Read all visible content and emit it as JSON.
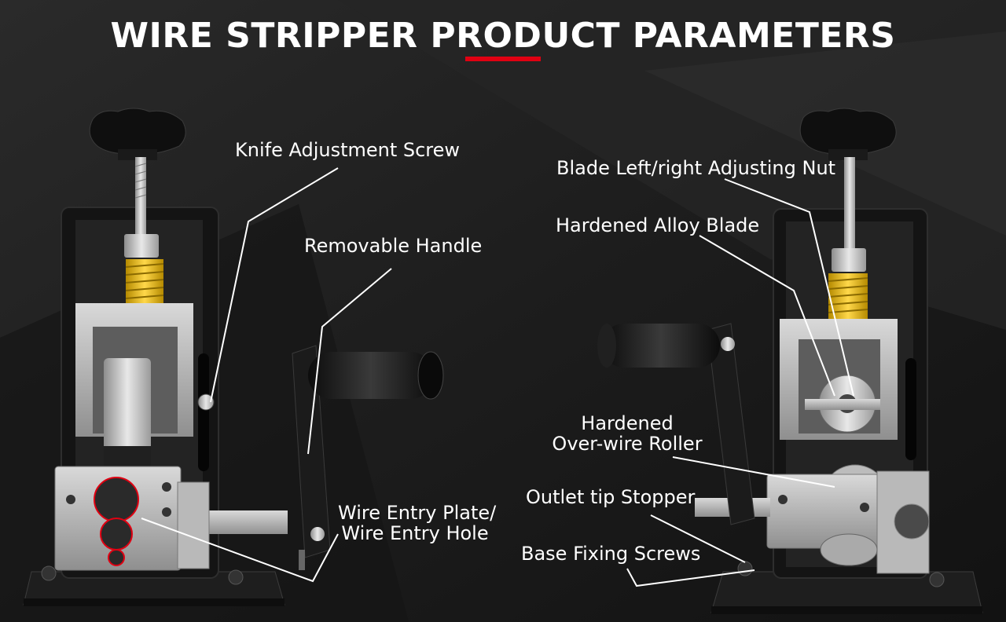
{
  "title": "WIRE STRIPPER PRODUCT PARAMETERS",
  "accent_color": "#e00012",
  "labels": {
    "knife_adjustment_screw": "Knife Adjustment Screw",
    "removable_handle": "Removable Handle",
    "wire_entry_line1": "Wire Entry Plate/",
    "wire_entry_line2": "Wire Entry Hole",
    "blade_adjusting_nut": "Blade Left/right Adjusting Nut",
    "hardened_alloy_blade": "Hardened Alloy Blade",
    "roller_line1": "Hardened",
    "roller_line2": "Over-wire Roller",
    "outlet_tip_stopper": "Outlet tip Stopper",
    "base_fixing_screws": "Base Fixing Screws"
  }
}
